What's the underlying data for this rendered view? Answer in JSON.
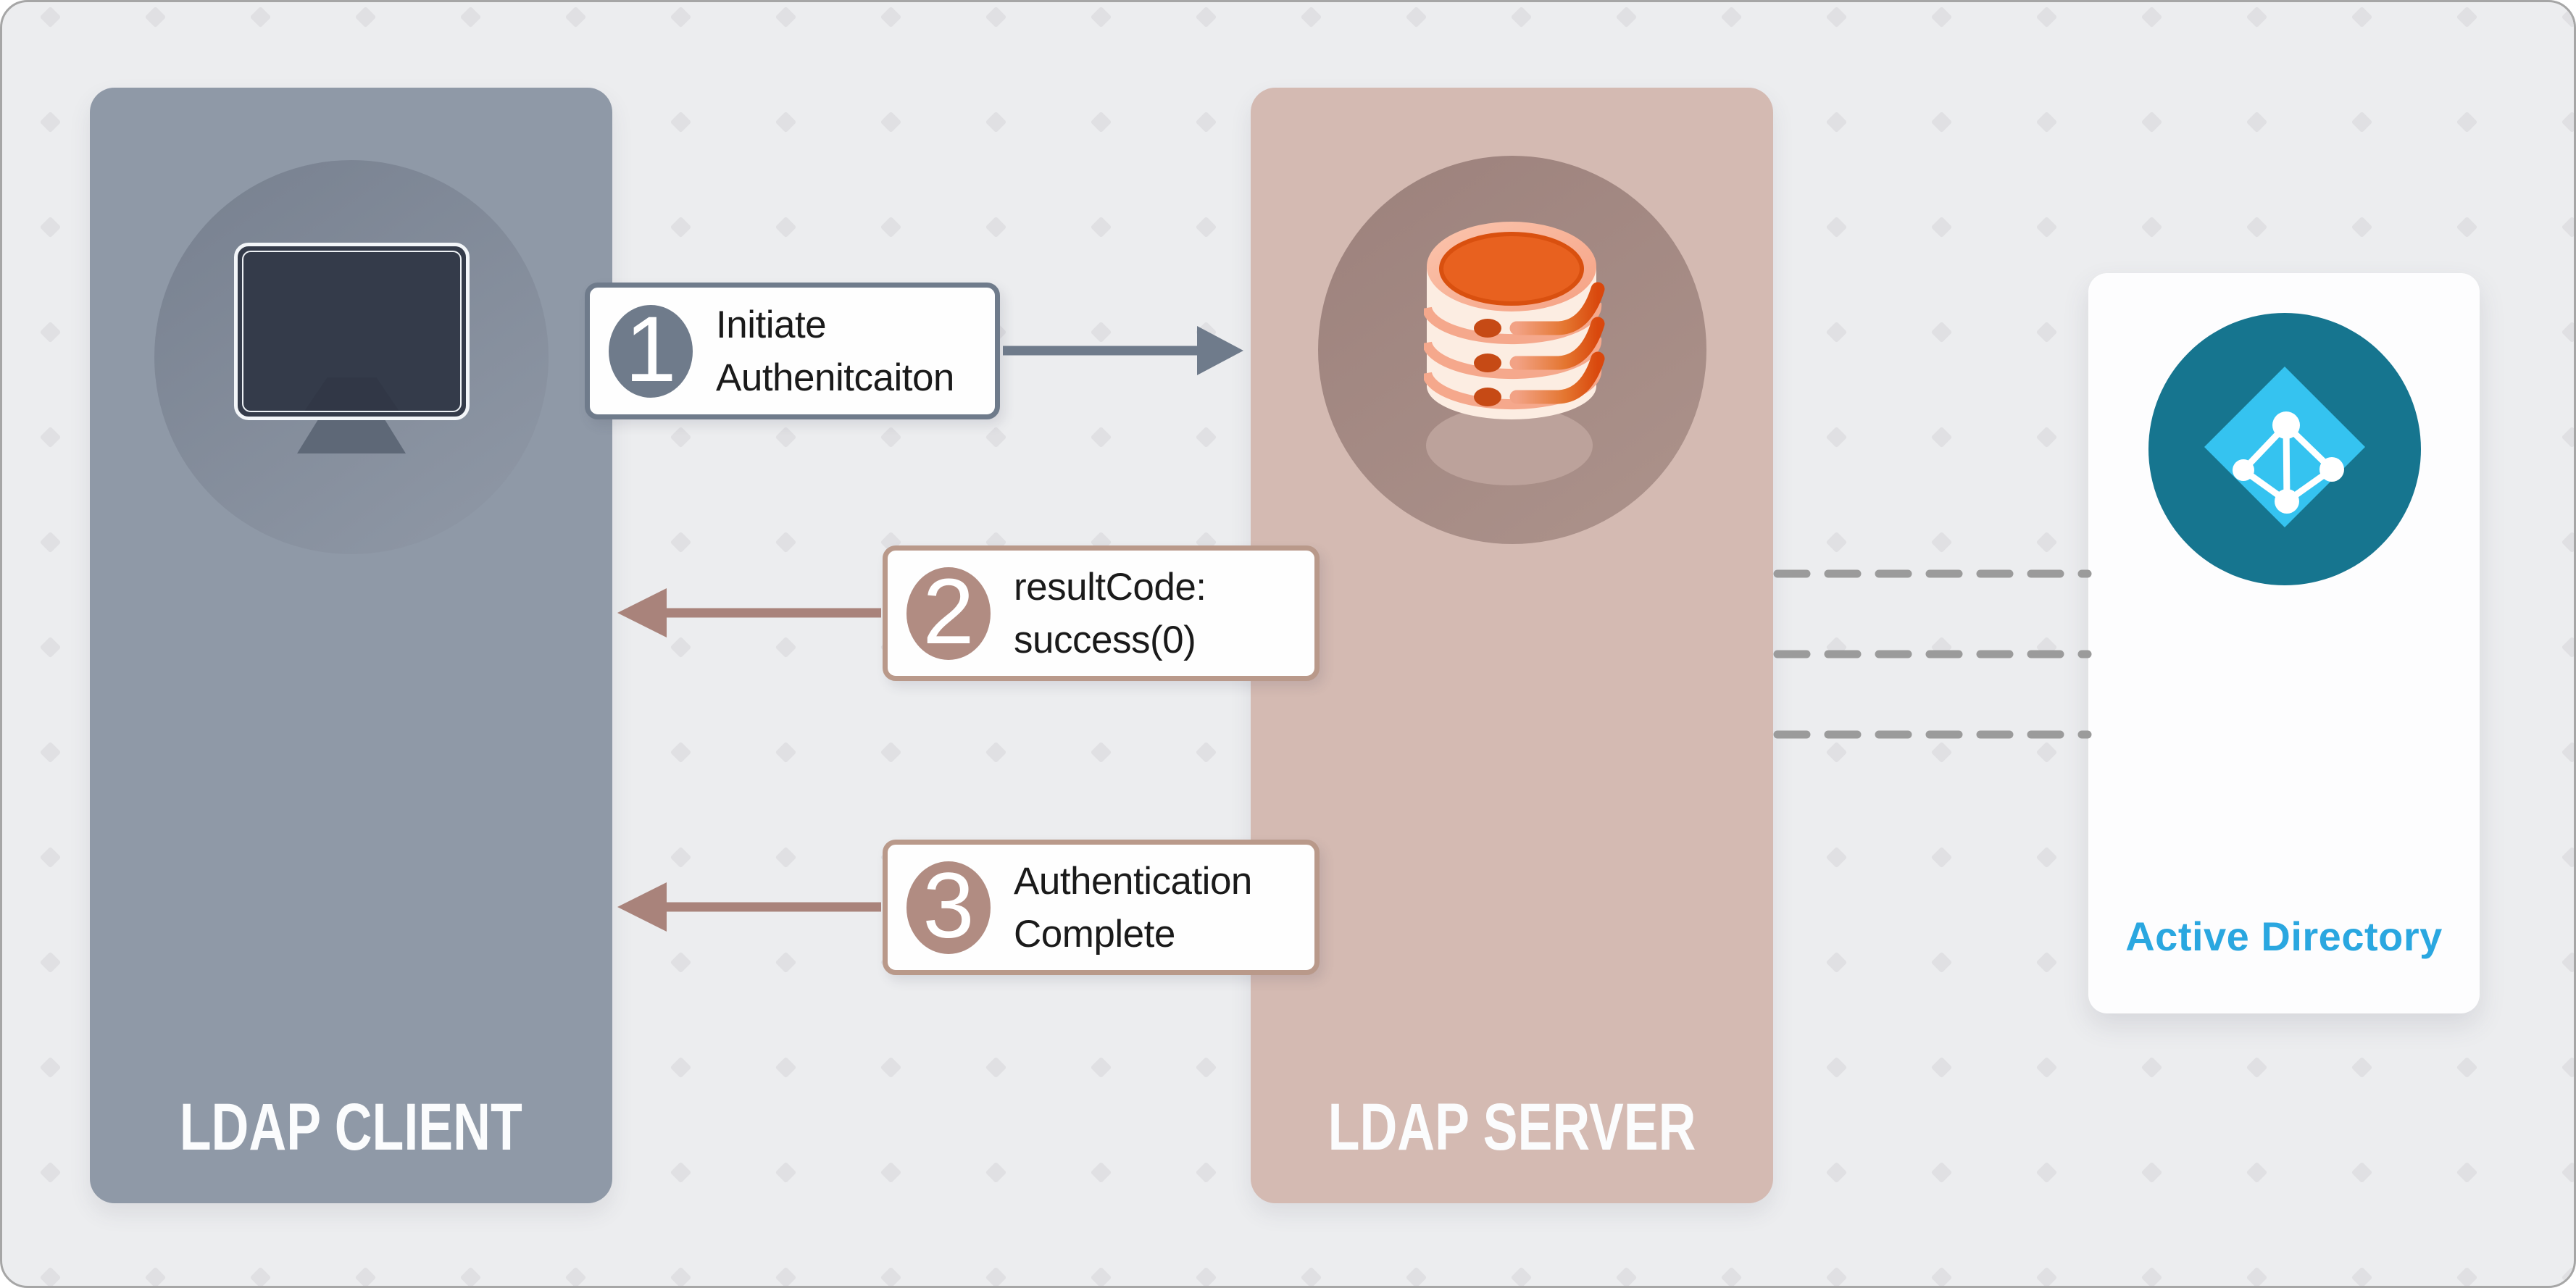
{
  "diagram": {
    "client": {
      "label": "LDAP CLIENT",
      "icon": "monitor-icon"
    },
    "server": {
      "label": "LDAP SERVER",
      "icon": "database-icon"
    },
    "directory": {
      "label": "Active Directory",
      "icon": "active-directory-icon"
    },
    "steps": [
      {
        "number": "1",
        "lines": [
          "Initiate",
          "Authenitcaiton"
        ],
        "direction": "client-to-server"
      },
      {
        "number": "2",
        "lines": [
          "resultCode:",
          "success(0)"
        ],
        "direction": "server-to-client"
      },
      {
        "number": "3",
        "lines": [
          "Authentication",
          "Complete"
        ],
        "direction": "server-to-client"
      }
    ],
    "connection": {
      "style": "dashed",
      "lines_count": 3,
      "from": "LDAP SERVER",
      "to": "Active Directory"
    },
    "colors": {
      "background": "#ECEDEF",
      "pattern_diamond": "#E0E0E3",
      "frame_border": "#A6A6A6",
      "client_panel": "#8F99A7",
      "client_circle": "#7E8896",
      "monitor_screen": "#343B4A",
      "server_panel": "#D4BAB2",
      "server_circle": "#A38883",
      "slate_accent": "#6F7B8B",
      "rose_accent": "#B18C82",
      "rose_border": "#B9998A",
      "rose_arrow": "#A9837B",
      "db_orange": "#E8611F",
      "db_salmon": "#F5A88C",
      "db_cream": "#FCEDE2",
      "ad_teal": "#16758F",
      "ad_diamond_blue": "#35C3F0",
      "ad_text": "#2AA7E0",
      "dashed_line": "#9B9B9B",
      "box_text": "#1A1A1A"
    }
  }
}
